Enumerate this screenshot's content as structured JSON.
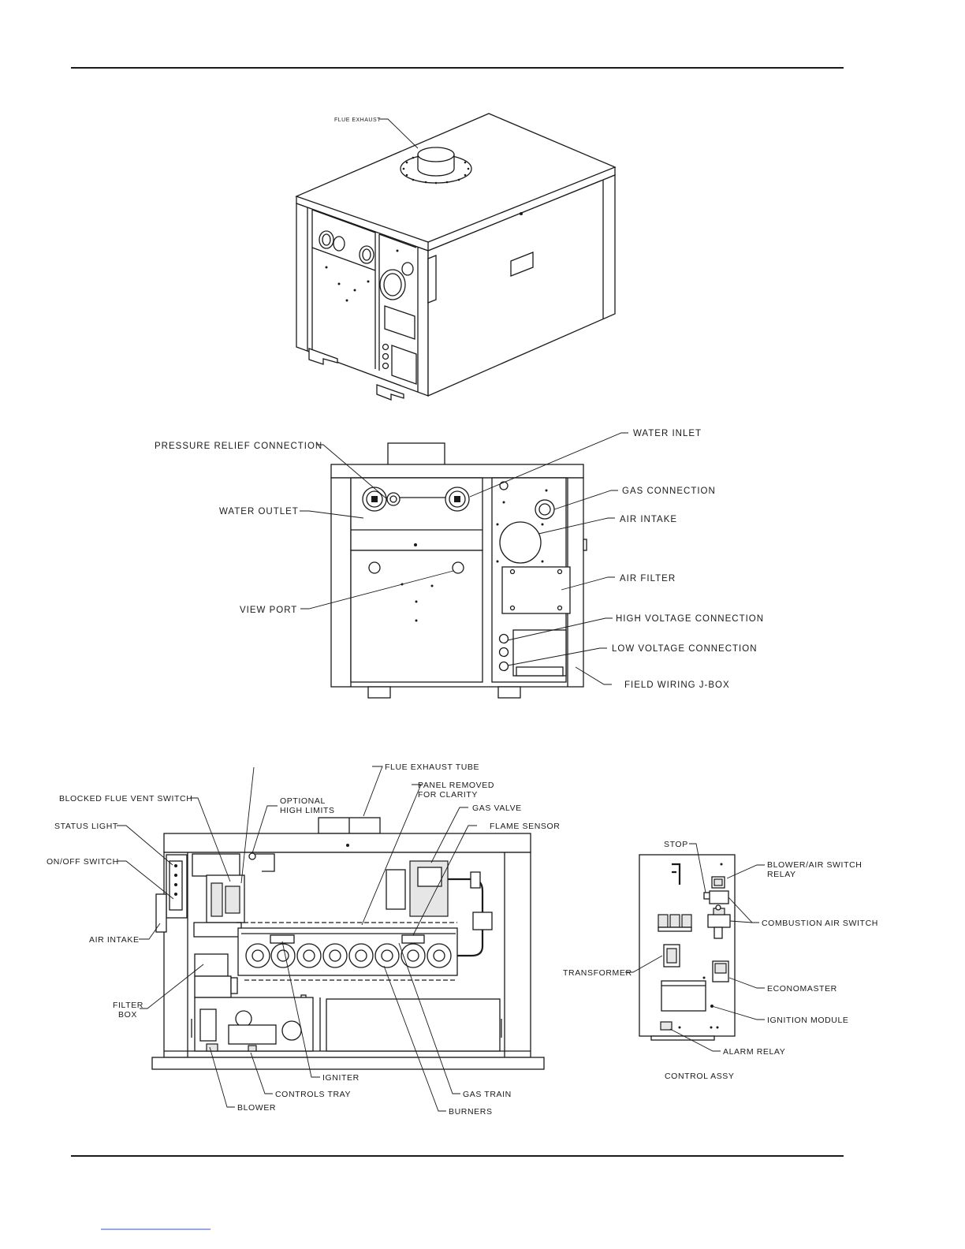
{
  "isometric_view": {
    "labels": {
      "flue_exhaust": "FLUE EXHAUST"
    }
  },
  "front_view": {
    "labels": {
      "pressure_relief_connection": "PRESSURE RELIEF CONNECTION",
      "water_inlet": "WATER INLET",
      "gas_connection": "GAS CONNECTION",
      "water_outlet": "WATER OUTLET",
      "air_intake": "AIR INTAKE",
      "air_filter": "AIR FILTER",
      "view_port": "VIEW PORT",
      "high_voltage_connection": "HIGH VOLTAGE CONNECTION",
      "low_voltage_connection": "LOW VOLTAGE CONNECTION",
      "field_wiring_jbox": "FIELD WIRING J-BOX"
    }
  },
  "side_view": {
    "labels": {
      "flue_exhaust_tube": "FLUE EXHAUST TUBE",
      "panel_removed_line1": "PANEL REMOVED",
      "panel_removed_line2": "FOR CLARITY",
      "blocked_flue_vent_switch": "BLOCKED FLUE VENT SWITCH",
      "optional_high_limits_line1": "OPTIONAL",
      "optional_high_limits_line2": "HIGH LIMITS",
      "gas_valve": "GAS VALVE",
      "status_light": "STATUS LIGHT",
      "flame_sensor": "FLAME SENSOR",
      "on_off_switch": "ON/OFF SWITCH",
      "air_intake": "AIR INTAKE",
      "filter_box_line1": "FILTER",
      "filter_box_line2": "BOX",
      "igniter": "IGNITER",
      "controls_tray": "CONTROLS TRAY",
      "gas_train": "GAS TRAIN",
      "blower": "BLOWER",
      "burners": "BURNERS"
    }
  },
  "control_assy": {
    "title": "CONTROL ASSY",
    "labels": {
      "stop": "STOP",
      "blower_air_switch_relay_line1": "BLOWER/AIR SWITCH",
      "blower_air_switch_relay_line2": "RELAY",
      "combustion_air_switch": "COMBUSTION AIR SWITCH",
      "transformer": "TRANSFORMER",
      "economaster": "ECONOMASTER",
      "ignition_module": "IGNITION MODULE",
      "alarm_relay": "ALARM RELAY"
    }
  }
}
